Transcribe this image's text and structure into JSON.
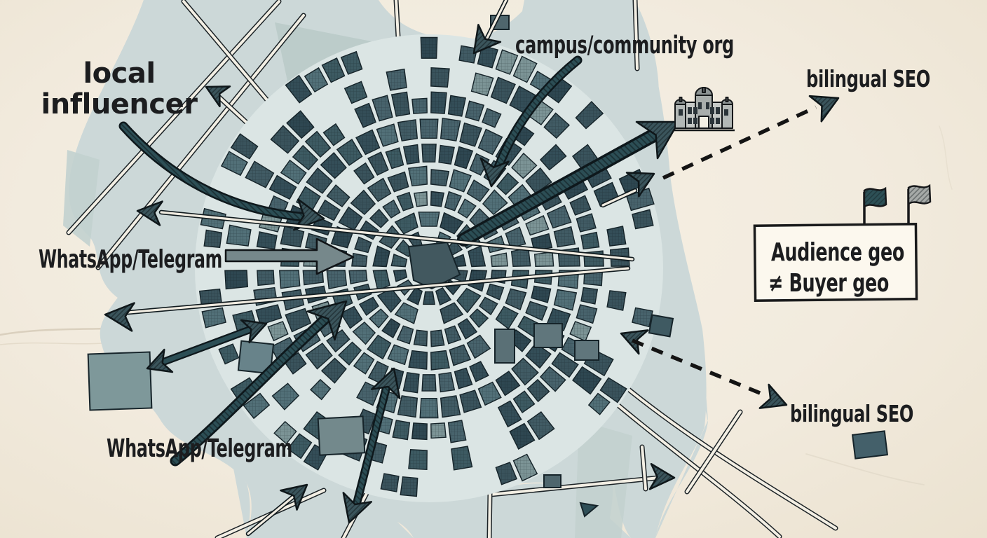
{
  "diagram": {
    "type": "hand-drawn radial city map marketing sketch",
    "labels": {
      "local_influencer_line1": "local",
      "local_influencer_line2": "influencer",
      "campus_org": "campus/community org",
      "bilingual_seo_top": "bilingual SEO",
      "bilingual_seo_bottom": "bilingual SEO",
      "whatsapp_left": "WhatsApp/Telegram",
      "whatsapp_bottom": "WhatsApp/Telegram"
    },
    "callout": {
      "line1": "Audience geo",
      "line2": "≠ Buyer geo"
    },
    "icons": {
      "campus_building": "campus-building-icon",
      "flag_dark": "dark-flag-icon",
      "flag_gray": "gray-flag-icon"
    },
    "colors": {
      "paper": "#f2ebdf",
      "suburb": "#ccd8d8",
      "city_block_dark": "#3a535c",
      "street": "#dbe5e4",
      "arrow_teal": "#2c4e55",
      "arrow_gray": "#76888b",
      "ink": "#1c1d1f",
      "flag_dark": "#2d5056",
      "flag_gray": "#a6aaa8"
    }
  }
}
